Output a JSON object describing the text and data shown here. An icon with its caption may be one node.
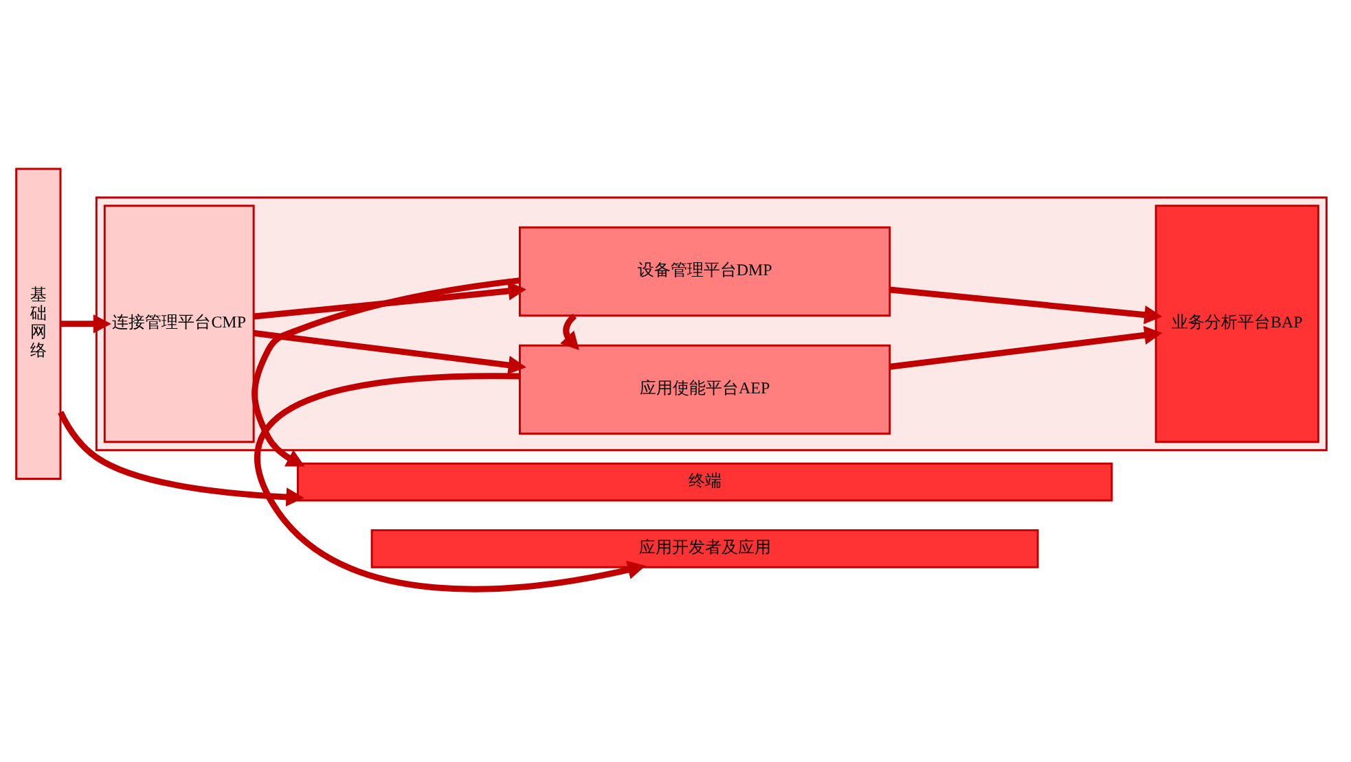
{
  "diagram": {
    "nodes": [
      {
        "text": [
          "应用开发者及应用"
        ]
      },
      {
        "text": [
          "基础网络"
        ]
      },
      {
        "text": [],
        "shape": "box"
      },
      {
        "text": [
          "连接管理平台CMP"
        ],
        "in": 2
      },
      {
        "text": [
          "应用使能平台AEP"
        ],
        "in": 2
      },
      {
        "text": [
          "设备管理平台DMP"
        ],
        "in": 2
      },
      {
        "text": [
          "业务分析平台BAP"
        ],
        "in": 2
      },
      {
        "text": [
          "终端"
        ]
      }
    ],
    "edges": [
      {
        "from": 1,
        "to": 3,
        "arrow": "to"
      },
      {
        "from": 3,
        "to": 4,
        "arrow": "to"
      },
      {
        "from": 3,
        "to": 5,
        "arrow": "to"
      },
      {
        "from": 4,
        "to": 0,
        "arrow": "to"
      },
      {
        "from": 5,
        "to": 4,
        "arrow": "to"
      },
      {
        "from": 4,
        "to": 6,
        "arrow": "to"
      },
      {
        "from": 5,
        "to": 6,
        "arrow": "to"
      },
      {
        "from": 5,
        "to": 7,
        "arrow": "to"
      },
      {
        "from": 1,
        "to": 7,
        "arrow": "to"
      }
    ]
  }
}
